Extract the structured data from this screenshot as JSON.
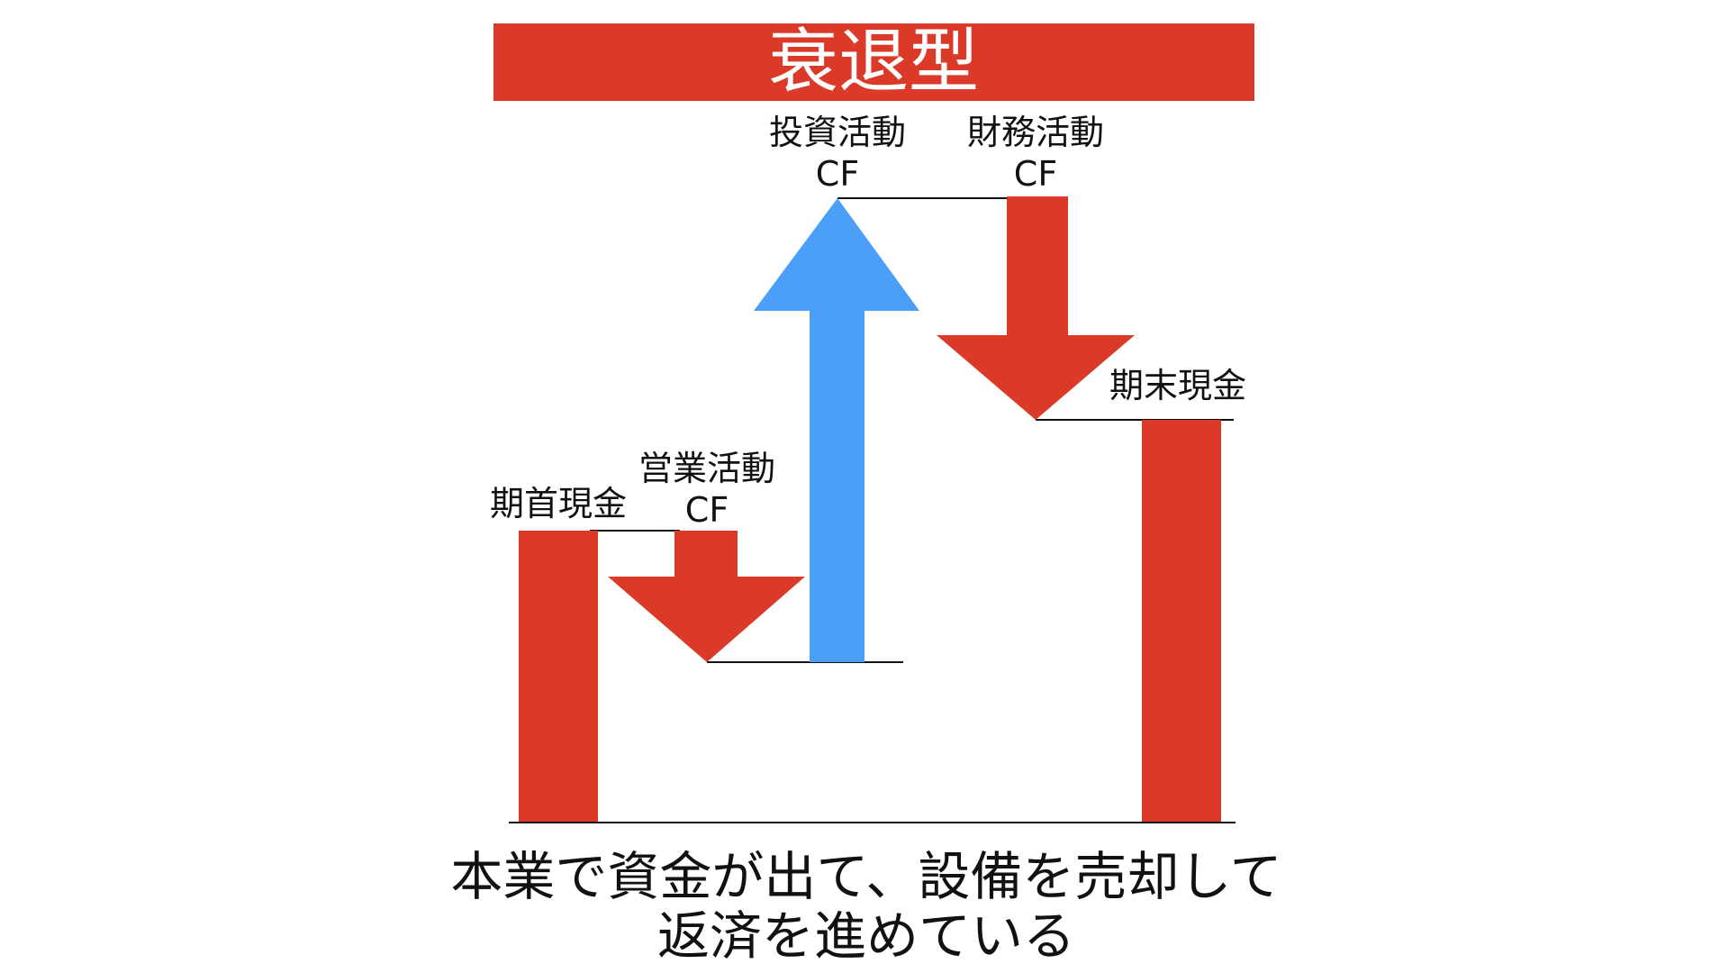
{
  "title": "衰退型",
  "labels": {
    "opening_cash": "期首現金",
    "operating_cf_line1": "営業活動",
    "operating_cf_line2": "CF",
    "investing_cf_line1": "投資活動",
    "investing_cf_line2": "CF",
    "financing_cf_line1": "財務活動",
    "financing_cf_line2": "CF",
    "closing_cash": "期末現金"
  },
  "caption": {
    "line1": "本業で資金が出て、設備を売却して",
    "line2": "返済を進めている"
  },
  "colors": {
    "red": "#DA3A27",
    "blue": "#4C9FF8",
    "line": "#111111",
    "title_text": "#ffffff"
  }
}
